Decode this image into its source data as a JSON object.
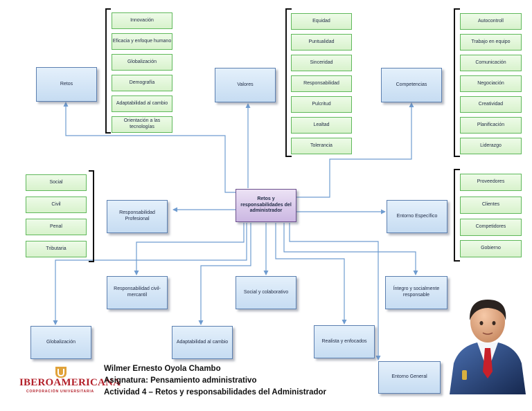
{
  "center": "Retos y responsabilidades del administrador",
  "retos": {
    "label": "Retos",
    "items": [
      "Innovación",
      "Eficacia y enfoque humano",
      "Globalización",
      "Demografía",
      "Adaptabilidad al cambio",
      "Orientación a las tecnologías"
    ]
  },
  "valores": {
    "label": "Valores",
    "items": [
      "Equidad",
      "Puntualidad",
      "Sinceridad",
      "Responsabilidad",
      "Pulcritud",
      "Lealtad",
      "Tolerancia"
    ]
  },
  "competencias": {
    "label": "Competencias",
    "items": [
      "Autocontroll",
      "Trabajo en equipo",
      "Comunicación",
      "Negociación",
      "Creatividad",
      "Planificación",
      "Liderazgo"
    ]
  },
  "responsabilidad_profesional": {
    "label": "Responsabilidad Profesional",
    "items": [
      "Social",
      "Civil",
      "Penal",
      "Tributaria"
    ]
  },
  "entorno_especifico": {
    "label": "Entorno Específico",
    "items": [
      "Proveedores",
      "Clientes",
      "Competidores",
      "Gobierno"
    ]
  },
  "bottom_nodes": {
    "civil_mercantil": "Responsabilidad civil-mercantil",
    "social_colaborativo": "Social y colaborativo",
    "integro": "Íntegro y socialmente responsable",
    "globalizacion": "Globalización",
    "adaptabilidad": "Adaptabilidad al cambio",
    "realista": "Realista y enfocados",
    "entorno_general": "Entorno General"
  },
  "footer": {
    "name": "Wilmer Ernesto Oyola Chambo",
    "asignatura": "Asignatura: Pensamiento administrativo",
    "actividad": "Actividad 4 – Retos y responsabilidades del Administrador"
  },
  "logo": {
    "main": "IBEROAMERICANA",
    "sub": "CORPORACIÓN UNIVERSITARIA",
    "colors": {
      "main": "#b3202a",
      "emblem": "#e0a23a"
    }
  },
  "colors": {
    "connector": "#6f9cd0",
    "bracket": "#111111",
    "green_border": "#5fb85a",
    "blue_border": "#5b7fb0",
    "center_fill": "#cbb7e2"
  },
  "icons": {
    "avatar": "businessman-avatar-icon",
    "logo_emblem": "university-emblem-icon"
  }
}
